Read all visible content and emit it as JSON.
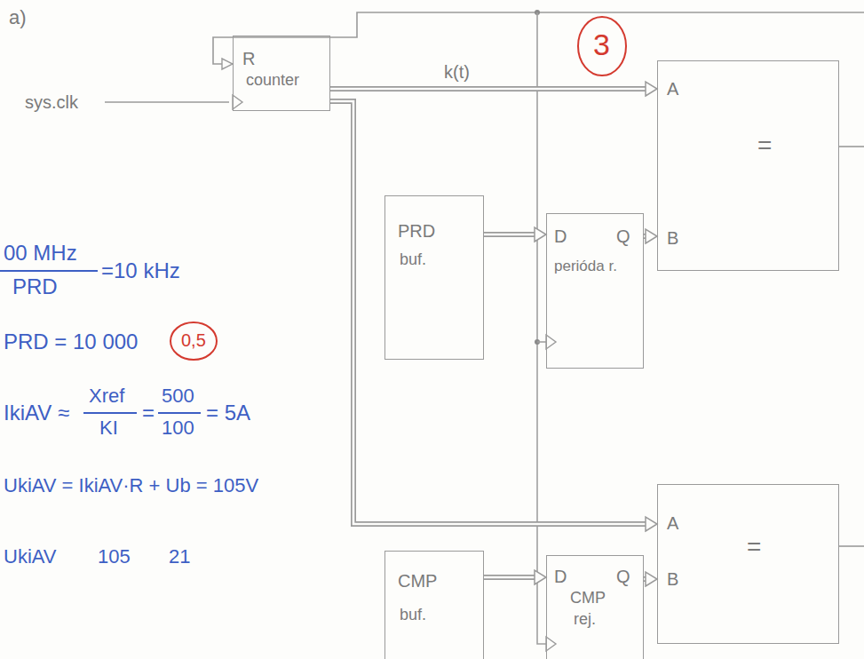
{
  "diagram": {
    "nodes": [
      {
        "text": [
          "R",
          "counter"
        ]
      },
      {
        "text": [
          "A",
          "B",
          "="
        ]
      },
      {
        "text": [
          "PRD",
          "buf."
        ]
      },
      {
        "text": [
          "D",
          "Q",
          "perióda r."
        ]
      },
      {
        "text": [
          "A",
          "B",
          "="
        ]
      },
      {
        "text": [
          "CMP",
          "buf."
        ]
      },
      {
        "text": [
          "D",
          "Q",
          "CMP",
          "rej."
        ]
      }
    ],
    "edges": [
      {
        "from": 0,
        "to": 1,
        "arrow": "to",
        "label": "k(t)"
      },
      {
        "from": 2,
        "to": 3,
        "arrow": "to"
      },
      {
        "from": 3,
        "to": 1,
        "arrow": "to"
      },
      {
        "from": 0,
        "to": 4,
        "arrow": "to"
      },
      {
        "from": 5,
        "to": 6,
        "arrow": "to"
      },
      {
        "from": 6,
        "to": 4,
        "arrow": "to"
      }
    ],
    "labels": [
      "a)",
      "sys.clk",
      "3",
      "00 MHz",
      "PRD",
      "=10 kHz",
      "PRD = 10 000",
      "0,5",
      "IkiAV ≈",
      "Xref",
      "KI",
      "=",
      "500",
      "100",
      "= 5A",
      "UkiAV = IkiAV·R + Ub = 105V",
      "UkiAV",
      "105",
      "21"
    ]
  }
}
